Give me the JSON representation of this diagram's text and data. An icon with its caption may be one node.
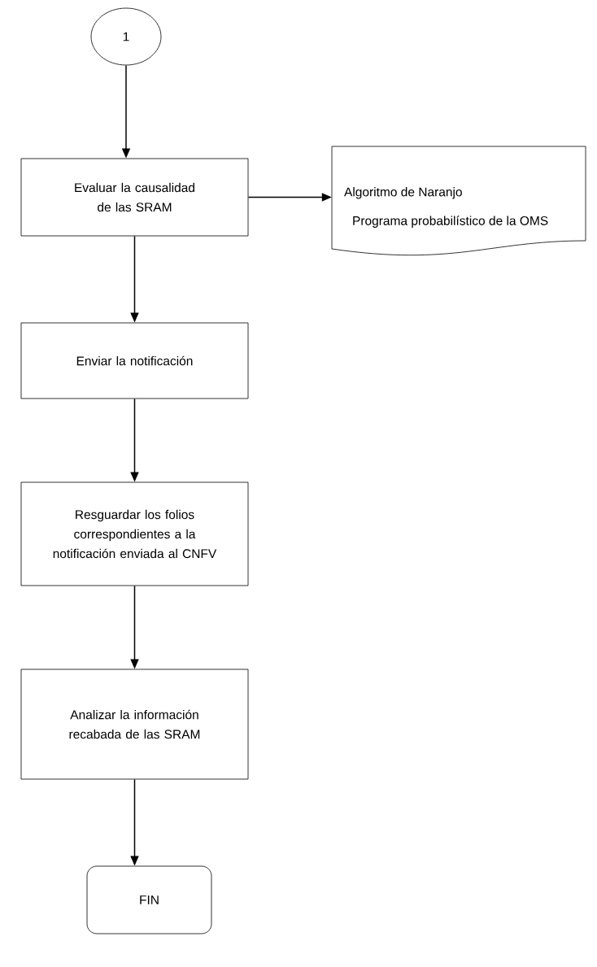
{
  "diagram": {
    "nodes": [
      {
        "text": [
          "1"
        ]
      },
      {
        "text": [
          "Evaluar la causalidad de las SRAM"
        ]
      },
      {
        "text": [
          "Algoritmo de Naranjo",
          "Programa probabilístico de la OMS"
        ]
      },
      {
        "text": [
          "Enviar la notificación"
        ]
      },
      {
        "text": [
          "Resguardar los folios correspondientes a la notificación enviada al CNFV"
        ]
      },
      {
        "text": [
          "Analizar la información recabada de las SRAM"
        ]
      },
      {
        "text": [
          "FIN"
        ]
      }
    ],
    "edges": [
      {
        "from": 0,
        "to": 1,
        "arrow": "to"
      },
      {
        "from": 1,
        "to": 2,
        "arrow": "to"
      },
      {
        "from": 1,
        "to": 3,
        "arrow": "to"
      },
      {
        "from": 3,
        "to": 4,
        "arrow": "to"
      },
      {
        "from": 4,
        "to": 5,
        "arrow": "to"
      },
      {
        "from": 5,
        "to": 6,
        "arrow": "to"
      }
    ]
  }
}
